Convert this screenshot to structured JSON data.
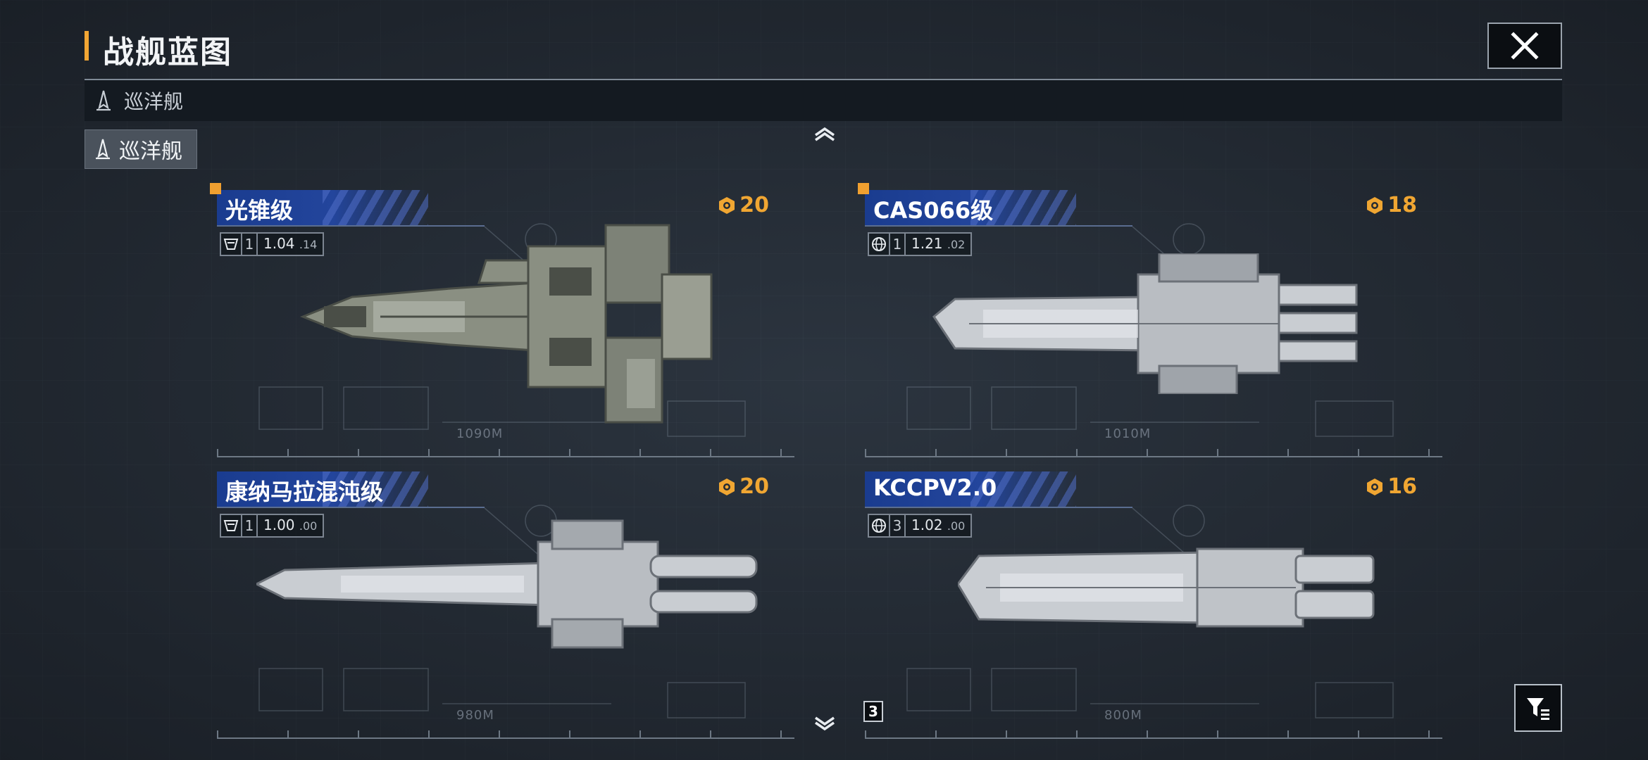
{
  "header": {
    "title": "战舰蓝图",
    "close_icon": "close-icon"
  },
  "category_bar": {
    "label": "巡洋舰",
    "icon": "cruiser-icon"
  },
  "category_chip": {
    "label": "巡洋舰",
    "icon": "cruiser-icon"
  },
  "scroll": {
    "up_icon": "chevron-up-icon",
    "down_icon": "chevron-down-icon"
  },
  "cards": [
    {
      "name": "光锥级",
      "cost": "20",
      "tier": "1",
      "version_major": "1.04",
      "version_minor": ".14",
      "length": "1090M",
      "emblem": "faction-emblem-icon",
      "has_marker": true
    },
    {
      "name": "CAS066级",
      "cost": "18",
      "tier": "1",
      "version_major": "1.21",
      "version_minor": ".02",
      "length": "1010M",
      "emblem": "globe-icon",
      "has_marker": true
    },
    {
      "name": "康纳马拉混沌级",
      "cost": "20",
      "tier": "1",
      "version_major": "1.00",
      "version_minor": ".00",
      "length": "980M",
      "emblem": "faction-emblem-icon",
      "has_marker": false
    },
    {
      "name": "KCCPV2.0",
      "cost": "16",
      "tier": "3",
      "version_major": "1.02",
      "version_minor": ".00",
      "length": "800M",
      "emblem": "globe-icon",
      "has_marker": false
    }
  ],
  "badge_count": "3",
  "filter_icon": "filter-icon",
  "colors": {
    "accent": "#f2a634",
    "banner": "#23459c",
    "background": "#232a33"
  }
}
